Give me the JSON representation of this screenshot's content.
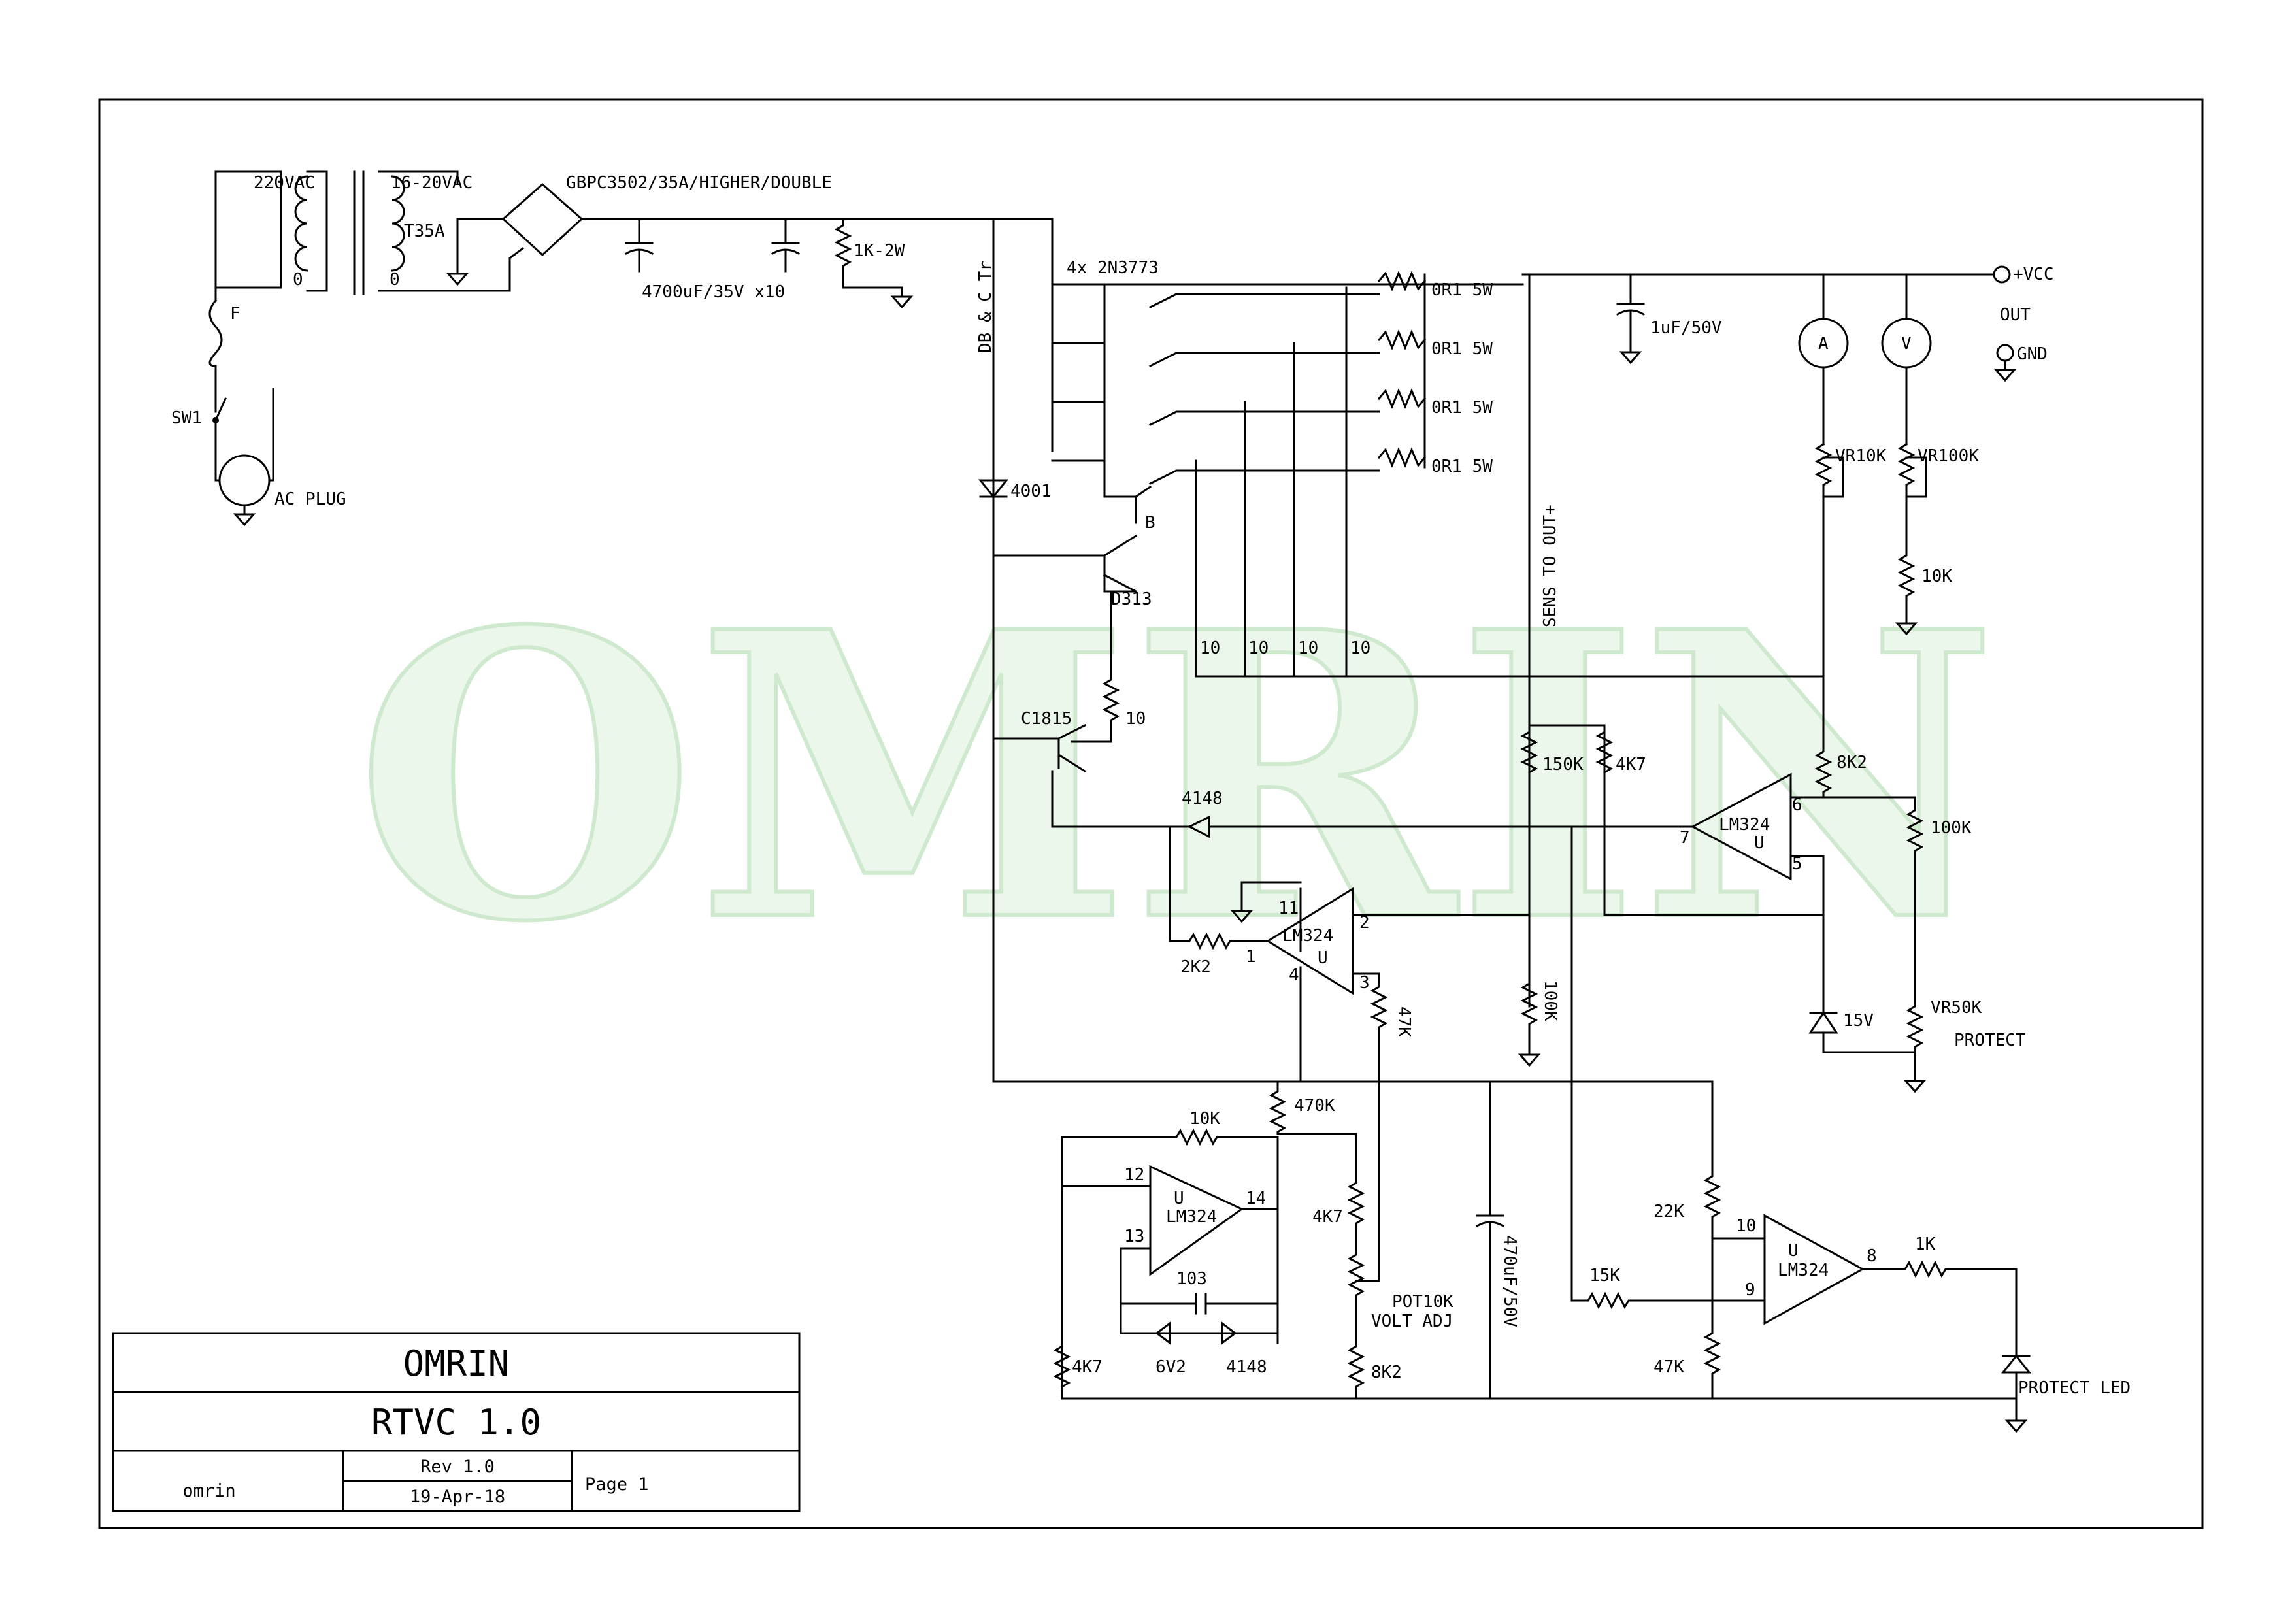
{
  "watermark": "OMRIN",
  "labels": {
    "primary_voltage": "220VAC",
    "secondary_voltage": "16-20VAC",
    "transformer": "T35A",
    "primary_zero": "0",
    "secondary_zero": "0",
    "bridge": "GBPC3502/35A/HIGHER/DOUBLE",
    "fuse": "F",
    "switch": "SW1",
    "ac_plug": "AC PLUG",
    "main_caps": "4700uF/35V x10",
    "bleeder": "1K-2W",
    "db_c_tr": "DB & C Tr",
    "output_transistors": "4x 2N3773",
    "emitter_r1": "0R1 5W",
    "emitter_r2": "0R1 5W",
    "emitter_r3": "0R1 5W",
    "emitter_r4": "0R1 5W",
    "diode_4001": "4001",
    "node_b": "B",
    "driver": "D313",
    "base_r1": "10",
    "base_r2": "10",
    "base_r3": "10",
    "base_r4": "10",
    "r_10_driver": "10",
    "c1815": "C1815",
    "diode_4148_a": "4148",
    "r_2k2": "2K2",
    "opamp_a": "LM324",
    "opamp_b": "LM324",
    "opamp_c": "LM324",
    "opamp_d": "LM324",
    "unit": "U",
    "pin_1": "1",
    "pin_2": "2",
    "pin_3": "3",
    "pin_4": "4",
    "pin_5": "5",
    "pin_6": "6",
    "pin_7": "7",
    "pin_8": "8",
    "pin_9": "9",
    "pin_10": "10",
    "pin_11": "11",
    "pin_12": "12",
    "pin_13": "13",
    "pin_14": "14",
    "r_47k_a": "47K",
    "r_470k": "470K",
    "r_10k_fb": "10K",
    "r_4k7_pot": "4K7",
    "cap_103": "103",
    "zener_6v2": "6V2",
    "diode_4148_b": "4148",
    "pot_10k": "POT10K",
    "volt_adj": "VOLT ADJ",
    "r_8k2_a": "8K2",
    "r_4k7_left": "4K7",
    "cap_470u": "470uF/50V",
    "sens": "SENS TO OUT+",
    "r_150k": "150K",
    "r_4k7_b": "4K7",
    "r_100k_a": "100K",
    "r_8k2_b": "8K2",
    "r_100k_b": "100K",
    "zener_15v": "15V",
    "vr50k": "VR50K",
    "protect": "PROTECT",
    "cap_1u": "1uF/50V",
    "vcc": "+VCC",
    "out": "OUT",
    "gnd": "GND",
    "ammeter": "A",
    "voltmeter": "V",
    "vr10k": "VR10K",
    "vr100k": "VR100K",
    "r_10k_meter": "10K",
    "r_22k": "22K",
    "r_47k_b": "47K",
    "r_15k": "15K",
    "r_1k": "1K",
    "protect_led": "PROTECT LED"
  },
  "title_block": {
    "company": "OMRIN",
    "title": "RTVC 1.0",
    "author": "omrin",
    "revision": "Rev 1.0",
    "date": "19-Apr-18",
    "page": "Page 1"
  }
}
